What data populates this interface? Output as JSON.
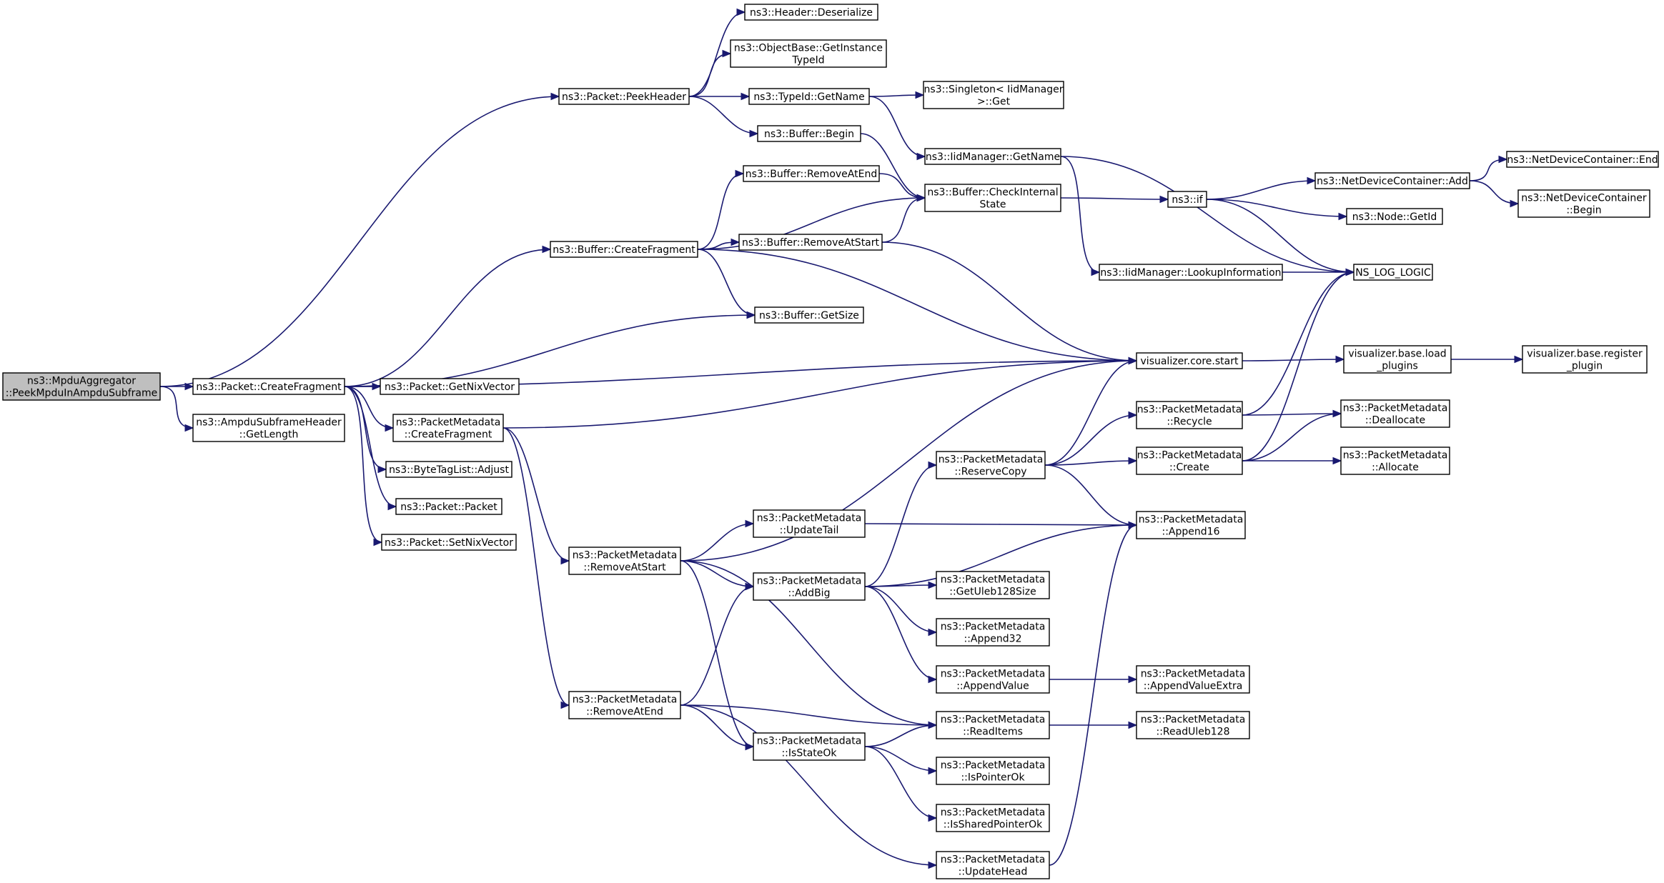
{
  "diagram": {
    "nodes": [
      {
        "id": "root",
        "lines": [
          "ns3::MpduAggregator",
          "::PeekMpduInAmpduSubframe"
        ],
        "root": true
      },
      {
        "id": "peekheader",
        "lines": [
          "ns3::Packet::PeekHeader"
        ]
      },
      {
        "id": "hdrdeser",
        "lines": [
          "ns3::Header::Deserialize"
        ]
      },
      {
        "id": "getinst",
        "lines": [
          "ns3::ObjectBase::GetInstance",
          "TypeId"
        ]
      },
      {
        "id": "typeidname",
        "lines": [
          "ns3::TypeId::GetName"
        ]
      },
      {
        "id": "singleton",
        "lines": [
          "ns3::Singleton< IidManager",
          ">::Get"
        ]
      },
      {
        "id": "bufbegin",
        "lines": [
          "ns3::Buffer::Begin"
        ]
      },
      {
        "id": "iidgetname",
        "lines": [
          "ns3::IidManager::GetName"
        ]
      },
      {
        "id": "checkint",
        "lines": [
          "ns3::Buffer::CheckInternal",
          "State"
        ]
      },
      {
        "id": "nsif",
        "lines": [
          "ns3::if"
        ]
      },
      {
        "id": "ndcadd",
        "lines": [
          "ns3::NetDeviceContainer::Add"
        ]
      },
      {
        "id": "ndcend",
        "lines": [
          "ns3::NetDeviceContainer::End"
        ]
      },
      {
        "id": "ndcbegin",
        "lines": [
          "ns3::NetDeviceContainer",
          "::Begin"
        ]
      },
      {
        "id": "nodegetid",
        "lines": [
          "ns3::Node::GetId"
        ]
      },
      {
        "id": "nslog",
        "lines": [
          "NS_LOG_LOGIC"
        ]
      },
      {
        "id": "lookup",
        "lines": [
          "ns3::IidManager::LookupInformation"
        ]
      },
      {
        "id": "bufremend",
        "lines": [
          "ns3::Buffer::RemoveAtEnd"
        ]
      },
      {
        "id": "bufremstart",
        "lines": [
          "ns3::Buffer::RemoveAtStart"
        ]
      },
      {
        "id": "bufcreatefrag",
        "lines": [
          "ns3::Buffer::CreateFragment"
        ]
      },
      {
        "id": "bufgetsize",
        "lines": [
          "ns3::Buffer::GetSize"
        ]
      },
      {
        "id": "vizstart",
        "lines": [
          "visualizer.core.start"
        ]
      },
      {
        "id": "vizload",
        "lines": [
          "visualizer.base.load",
          "_plugins"
        ]
      },
      {
        "id": "vizreg",
        "lines": [
          "visualizer.base.register",
          "_plugin"
        ]
      },
      {
        "id": "pktcreatefrag",
        "lines": [
          "ns3::Packet::CreateFragment"
        ]
      },
      {
        "id": "pktgetnix",
        "lines": [
          "ns3::Packet::GetNixVector"
        ]
      },
      {
        "id": "ampdulen",
        "lines": [
          "ns3::AmpduSubframeHeader",
          "::GetLength"
        ]
      },
      {
        "id": "pmcreatefrag",
        "lines": [
          "ns3::PacketMetadata",
          "::CreateFragment"
        ]
      },
      {
        "id": "btladjust",
        "lines": [
          "ns3::ByteTagList::Adjust"
        ]
      },
      {
        "id": "pktpacket",
        "lines": [
          "ns3::Packet::Packet"
        ]
      },
      {
        "id": "pktsetnix",
        "lines": [
          "ns3::Packet::SetNixVector"
        ]
      },
      {
        "id": "pmrecycle",
        "lines": [
          "ns3::PacketMetadata",
          "::Recycle"
        ]
      },
      {
        "id": "pmdealloc",
        "lines": [
          "ns3::PacketMetadata",
          "::Deallocate"
        ]
      },
      {
        "id": "pmreserve",
        "lines": [
          "ns3::PacketMetadata",
          "::ReserveCopy"
        ]
      },
      {
        "id": "pmcreate",
        "lines": [
          "ns3::PacketMetadata",
          "::Create"
        ]
      },
      {
        "id": "pmalloc",
        "lines": [
          "ns3::PacketMetadata",
          "::Allocate"
        ]
      },
      {
        "id": "pmupdtail",
        "lines": [
          "ns3::PacketMetadata",
          "::UpdateTail"
        ]
      },
      {
        "id": "pmappend16",
        "lines": [
          "ns3::PacketMetadata",
          "::Append16"
        ]
      },
      {
        "id": "pmremstart",
        "lines": [
          "ns3::PacketMetadata",
          "::RemoveAtStart"
        ]
      },
      {
        "id": "pmaddbig",
        "lines": [
          "ns3::PacketMetadata",
          "::AddBig"
        ]
      },
      {
        "id": "pmuleb",
        "lines": [
          "ns3::PacketMetadata",
          "::GetUleb128Size"
        ]
      },
      {
        "id": "pmappend32",
        "lines": [
          "ns3::PacketMetadata",
          "::Append32"
        ]
      },
      {
        "id": "pmappval",
        "lines": [
          "ns3::PacketMetadata",
          "::AppendValue"
        ]
      },
      {
        "id": "pmappvalx",
        "lines": [
          "ns3::PacketMetadata",
          "::AppendValueExtra"
        ]
      },
      {
        "id": "pmremend",
        "lines": [
          "ns3::PacketMetadata",
          "::RemoveAtEnd"
        ]
      },
      {
        "id": "pmread",
        "lines": [
          "ns3::PacketMetadata",
          "::ReadItems"
        ]
      },
      {
        "id": "pmreaduleb",
        "lines": [
          "ns3::PacketMetadata",
          "::ReadUleb128"
        ]
      },
      {
        "id": "pmisstate",
        "lines": [
          "ns3::PacketMetadata",
          "::IsStateOk"
        ]
      },
      {
        "id": "pmisptr",
        "lines": [
          "ns3::PacketMetadata",
          "::IsPointerOk"
        ]
      },
      {
        "id": "pmisshared",
        "lines": [
          "ns3::PacketMetadata",
          "::IsSharedPointerOk"
        ]
      },
      {
        "id": "pmupdhead",
        "lines": [
          "ns3::PacketMetadata",
          "::UpdateHead"
        ]
      }
    ],
    "edges": [
      [
        "root",
        "peekheader"
      ],
      [
        "root",
        "pktcreatefrag"
      ],
      [
        "root",
        "ampdulen"
      ],
      [
        "peekheader",
        "hdrdeser"
      ],
      [
        "peekheader",
        "getinst"
      ],
      [
        "peekheader",
        "typeidname"
      ],
      [
        "peekheader",
        "bufbegin"
      ],
      [
        "typeidname",
        "singleton"
      ],
      [
        "typeidname",
        "iidgetname"
      ],
      [
        "bufbegin",
        "checkint"
      ],
      [
        "iidgetname",
        "lookup"
      ],
      [
        "iidgetname",
        "nslog"
      ],
      [
        "checkint",
        "nsif"
      ],
      [
        "nsif",
        "ndcadd"
      ],
      [
        "nsif",
        "nodegetid"
      ],
      [
        "nsif",
        "nslog"
      ],
      [
        "ndcadd",
        "ndcend"
      ],
      [
        "ndcadd",
        "ndcbegin"
      ],
      [
        "lookup",
        "nslog"
      ],
      [
        "bufcreatefrag",
        "checkint"
      ],
      [
        "bufcreatefrag",
        "bufremend"
      ],
      [
        "bufcreatefrag",
        "bufremstart"
      ],
      [
        "bufcreatefrag",
        "bufgetsize"
      ],
      [
        "bufcreatefrag",
        "vizstart"
      ],
      [
        "bufremend",
        "checkint"
      ],
      [
        "bufremstart",
        "checkint"
      ],
      [
        "bufremstart",
        "vizstart"
      ],
      [
        "vizstart",
        "vizload"
      ],
      [
        "vizload",
        "vizreg"
      ],
      [
        "pktcreatefrag",
        "bufcreatefrag"
      ],
      [
        "pktcreatefrag",
        "bufgetsize"
      ],
      [
        "pktcreatefrag",
        "vizstart"
      ],
      [
        "pktcreatefrag",
        "pktgetnix"
      ],
      [
        "pktcreatefrag",
        "pmcreatefrag"
      ],
      [
        "pktcreatefrag",
        "btladjust"
      ],
      [
        "pktcreatefrag",
        "pktpacket"
      ],
      [
        "pktcreatefrag",
        "pktsetnix"
      ],
      [
        "pmcreatefrag",
        "vizstart"
      ],
      [
        "pmcreatefrag",
        "pmremstart"
      ],
      [
        "pmcreatefrag",
        "pmremend"
      ],
      [
        "pmremstart",
        "vizstart"
      ],
      [
        "pmremstart",
        "pmupdtail"
      ],
      [
        "pmremstart",
        "pmaddbig"
      ],
      [
        "pmremstart",
        "pmread"
      ],
      [
        "pmremstart",
        "pmisstate"
      ],
      [
        "pmupdtail",
        "pmappend16"
      ],
      [
        "pmaddbig",
        "pmreserve"
      ],
      [
        "pmaddbig",
        "pmappend16"
      ],
      [
        "pmaddbig",
        "pmuleb"
      ],
      [
        "pmaddbig",
        "pmappend32"
      ],
      [
        "pmaddbig",
        "pmappval"
      ],
      [
        "pmreserve",
        "vizstart"
      ],
      [
        "pmreserve",
        "pmrecycle"
      ],
      [
        "pmreserve",
        "pmcreate"
      ],
      [
        "pmreserve",
        "pmappend16"
      ],
      [
        "pmrecycle",
        "nslog"
      ],
      [
        "pmrecycle",
        "pmdealloc"
      ],
      [
        "pmcreate",
        "nslog"
      ],
      [
        "pmcreate",
        "pmdealloc"
      ],
      [
        "pmcreate",
        "pmalloc"
      ],
      [
        "pmappval",
        "pmappvalx"
      ],
      [
        "pmremend",
        "pmaddbig"
      ],
      [
        "pmremend",
        "pmread"
      ],
      [
        "pmremend",
        "pmisstate"
      ],
      [
        "pmremend",
        "pmupdhead"
      ],
      [
        "pmread",
        "pmreaduleb"
      ],
      [
        "pmisstate",
        "pmread"
      ],
      [
        "pmisstate",
        "pmisptr"
      ],
      [
        "pmisstate",
        "pmisshared"
      ],
      [
        "pmupdhead",
        "pmappend16"
      ]
    ]
  }
}
